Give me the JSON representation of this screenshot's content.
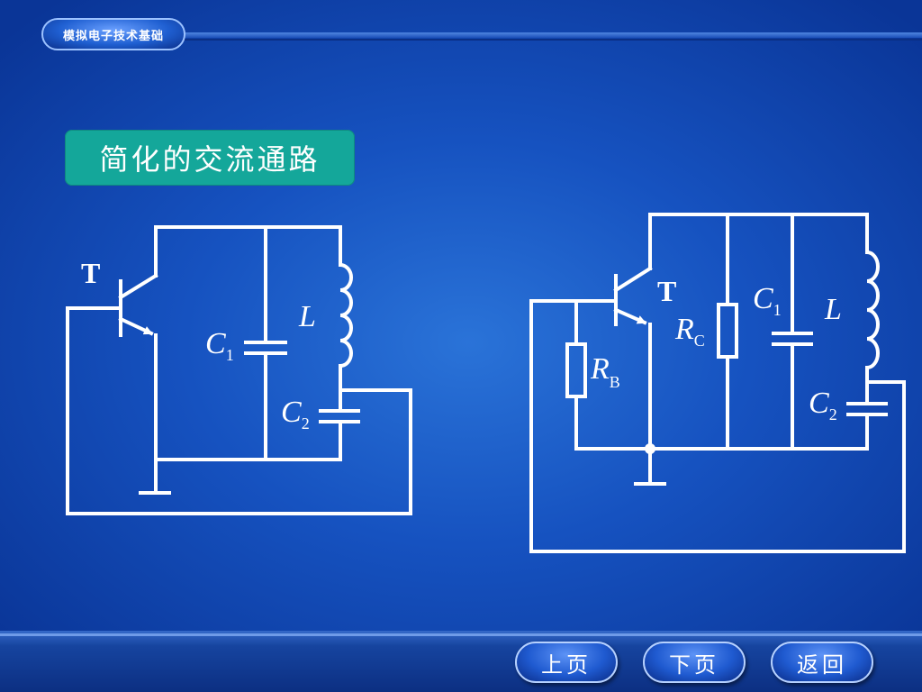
{
  "header": {
    "course_title": "模拟电子技术基础"
  },
  "slide": {
    "title": "简化的交流通路"
  },
  "left_circuit": {
    "transistor_label": "T",
    "cap1": {
      "letter": "C",
      "sub": "1"
    },
    "inductor": {
      "letter": "L"
    },
    "cap2": {
      "letter": "C",
      "sub": "2"
    }
  },
  "right_circuit": {
    "transistor_label": "T",
    "rb": {
      "letter": "R",
      "sub": "B"
    },
    "rc": {
      "letter": "R",
      "sub": "C"
    },
    "cap1": {
      "letter": "C",
      "sub": "1"
    },
    "inductor": {
      "letter": "L"
    },
    "cap2": {
      "letter": "C",
      "sub": "2"
    }
  },
  "nav": {
    "prev": "上页",
    "next": "下页",
    "back": "返回"
  },
  "colors": {
    "wire": "#ffffff",
    "title_bg": "#14a79a",
    "background": "#1652c0"
  }
}
